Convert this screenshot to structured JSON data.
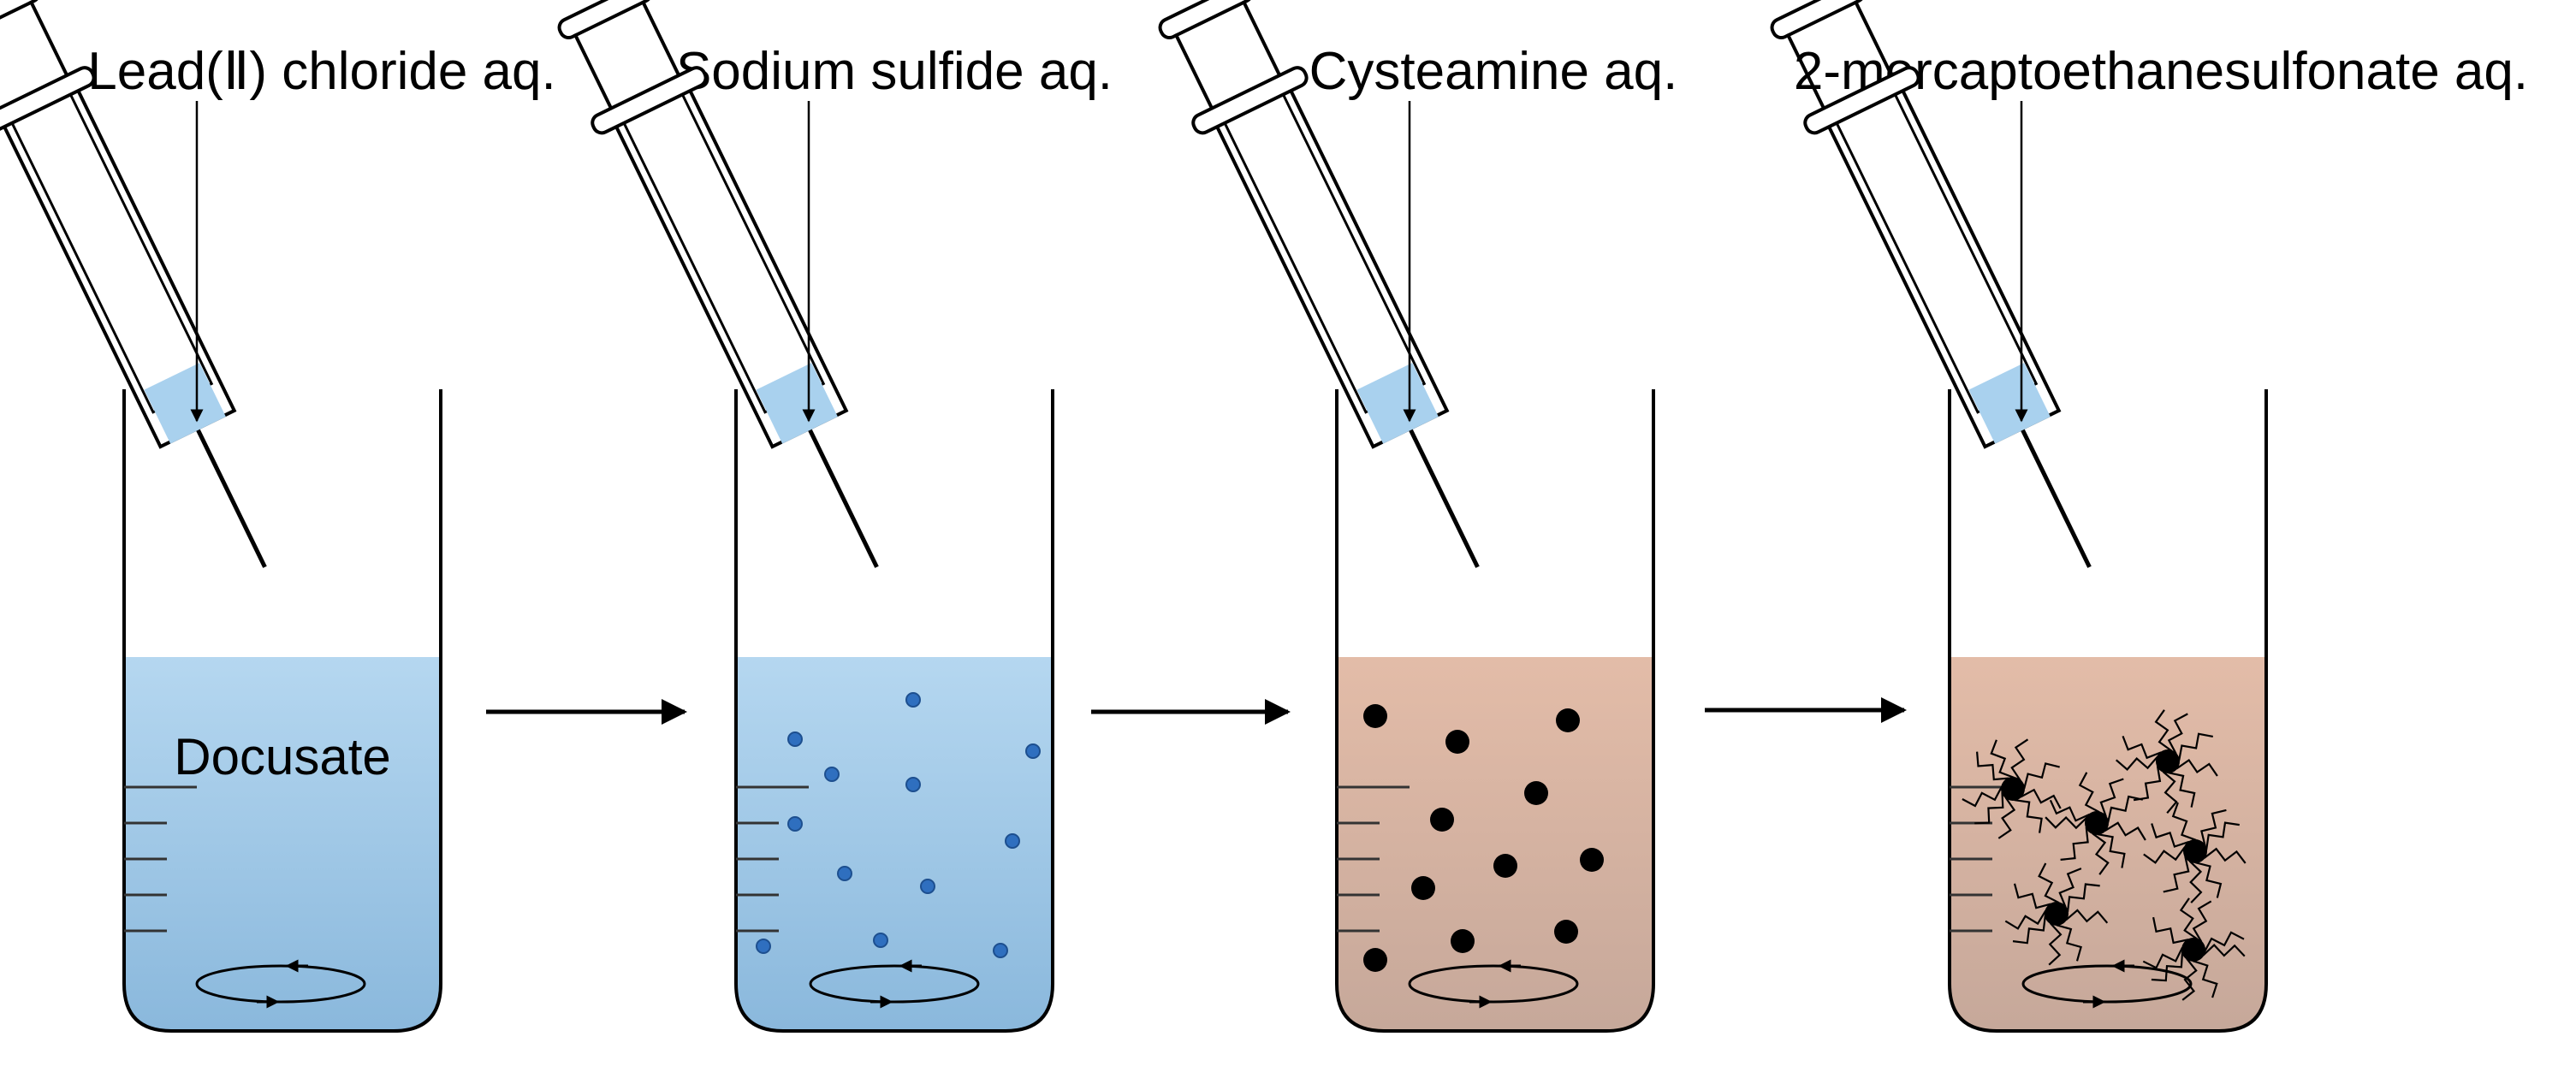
{
  "steps": [
    {
      "label": "Lead(Ⅱ) chloride aq.",
      "solution_label": "Docusate",
      "liquid_style": "blue",
      "particles": "none"
    },
    {
      "label": "Sodium sulfide aq.",
      "solution_label": "",
      "liquid_style": "blue",
      "particles": "small-blue-dots"
    },
    {
      "label": "Cysteamine aq.",
      "solution_label": "",
      "liquid_style": "tan",
      "particles": "black-dots"
    },
    {
      "label": "2-mercaptoethanesulfonate aq.",
      "solution_label": "",
      "liquid_style": "tan",
      "particles": "capped-black-dots"
    }
  ],
  "icons": {
    "syringe": "syringe-icon",
    "beaker": "beaker-icon",
    "stirrer": "stir-rotation-icon",
    "arrow": "right-arrow-icon"
  },
  "colors": {
    "liquid_blue_top": "#b5d7f0",
    "liquid_blue_bottom": "#8ab8dc",
    "liquid_tan_top": "#e3bca8",
    "liquid_tan_bottom": "#c6a89a",
    "syringe_fill": "#a9d1ee",
    "small_particle": "#2f6fbf",
    "nanoparticle": "#000000",
    "outline": "#000000"
  }
}
